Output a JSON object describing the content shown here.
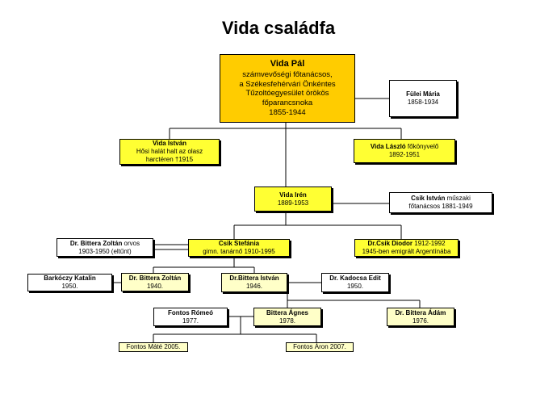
{
  "title": "Vida családfa",
  "colors": {
    "root": "#ffcc00",
    "yellow": "#ffff33",
    "pale": "#ffffc8",
    "white": "#ffffff",
    "line": "#000000"
  },
  "persons": {
    "vida_pal": {
      "name": "Vida Pál",
      "lines": [
        "számvevőségi főtanácsos,",
        "a Székesfehérvári Önkéntes",
        "Tűzoltóegyesület örökös",
        "főparancsnoka",
        "1855-1944"
      ]
    },
    "fulei_maria": {
      "name": "Fülei Mária",
      "lines": [
        "1858-1934"
      ]
    },
    "vida_istvan": {
      "name": "Vida István",
      "lines": [
        "Hősi halát halt az olasz",
        "harctéren †1915"
      ]
    },
    "vida_laszlo": {
      "name": "Vida László",
      "name_suffix": " főkönyvelő",
      "lines": [
        "1892-1951"
      ]
    },
    "vida_iren": {
      "name": "Vida Irén",
      "lines": [
        "1889-1953"
      ]
    },
    "csik_istvan": {
      "name": "Csik István",
      "name_suffix": "   műszaki",
      "lines": [
        "főtanácsos  1881-1949"
      ]
    },
    "bittera_zoltan_sr": {
      "name": "Dr. Bittera Zoltán",
      "name_suffix": " orvos",
      "lines": [
        "1903-1950 (eltűnt)"
      ]
    },
    "csik_stefania": {
      "name": "Csik Stefánia",
      "lines": [
        "gimn. tanárnő 1910-1995"
      ]
    },
    "csik_diodor": {
      "name": "Dr.Csik Diodor",
      "name_suffix": " 1912-1992",
      "lines": [
        "1945-ben emigrált Argentínába"
      ]
    },
    "barkoczy_katalin": {
      "name": "Barkóczy Katalin",
      "lines": [
        "1950."
      ]
    },
    "bittera_zoltan_jr": {
      "name": "Dr. Bittera Zoltán",
      "lines": [
        "1940."
      ]
    },
    "bittera_istvan": {
      "name": "Dr.Bittera István",
      "lines": [
        "1946."
      ]
    },
    "kadocsa_edit": {
      "name": "Dr. Kadocsa Edit",
      "lines": [
        "1950."
      ]
    },
    "fontos_romeo": {
      "name": "Fontos Rómeó",
      "lines": [
        "1977."
      ]
    },
    "bittera_agnes": {
      "name": "Bittera Ágnes",
      "lines": [
        "1978."
      ]
    },
    "bittera_adam": {
      "name": "Dr. Bittera Ádám",
      "lines": [
        "1976."
      ]
    },
    "fontos_mate": {
      "name": "Fontos Máté 2005."
    },
    "fontos_aron": {
      "name": "Fontos Áron 2007."
    }
  }
}
